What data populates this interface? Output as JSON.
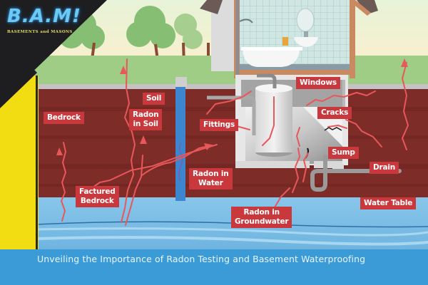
{
  "brand": {
    "logo_text": "B.A.M!",
    "logo_subtitle": "BASEMENTS and MASONS"
  },
  "diagram": {
    "labels": {
      "soil": "Soil",
      "bedrock": "Bedrock",
      "radon_in_soil_1": "Radon",
      "radon_in_soil_2": "in Soil",
      "fittings": "Fittings",
      "radon_in_water_1": "Radon in",
      "radon_in_water_2": "Water",
      "factured_bedrock_1": "Factured",
      "factured_bedrock_2": "Bedrock",
      "windows": "Windows",
      "cracks": "Cracks",
      "sump": "Sump",
      "drain": "Drain",
      "water_table": "Water Table",
      "radon_in_groundwater_1": "Radon in",
      "radon_in_groundwater_2": "Groundwater"
    },
    "colors": {
      "label_bg": "#c8383c",
      "soil": "#7e2c28",
      "soil_dark": "#6e2420",
      "grass": "#9fcd86",
      "sky": "#f4f1d2",
      "water": "#7fbfe6",
      "caption_bar": "#3b9bd6",
      "logo_black": "#1e1e20",
      "logo_yellow": "#f2dc12",
      "arrow": "#e8575a"
    }
  },
  "caption": {
    "text": "Unveiling the Importance of Radon Testing and Basement Waterproofing"
  }
}
